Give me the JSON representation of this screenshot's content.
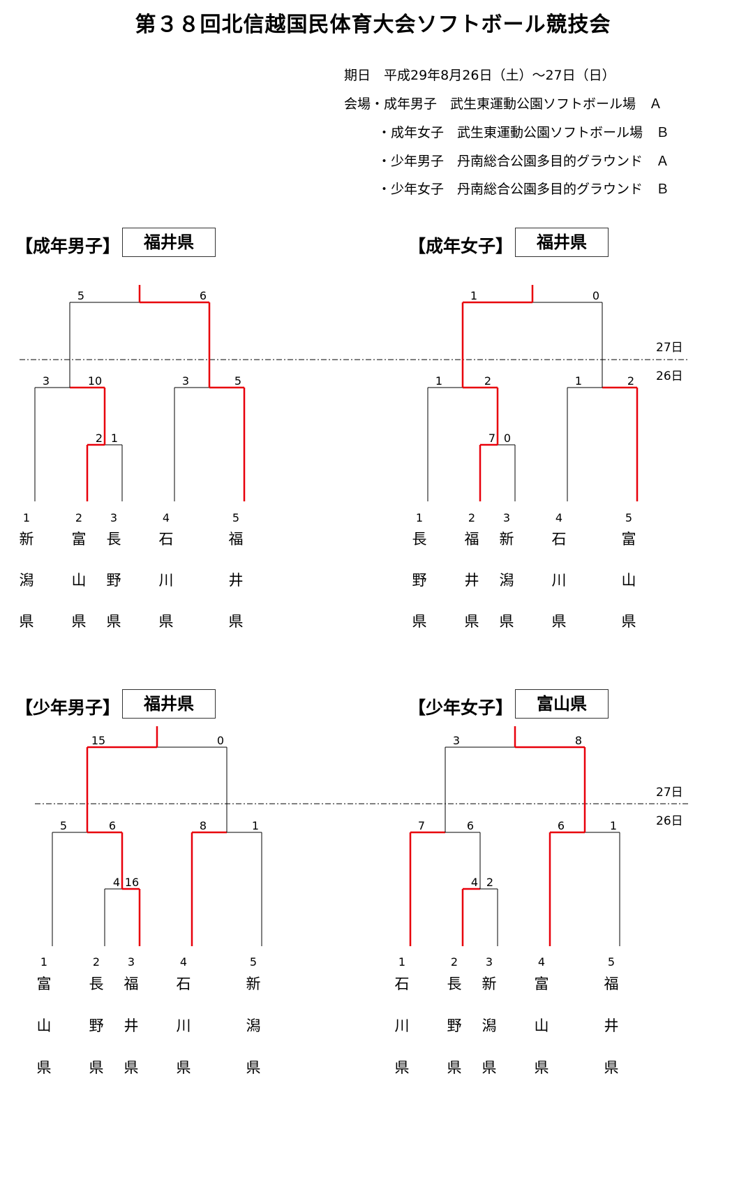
{
  "title": "第３８回北信越国民体育大会ソフトボール競技会",
  "info": {
    "date": "期日　平成29年8月26日（土）～27日（日）",
    "venues": [
      "会場・成年男子　武生東運動公園ソフトボール場　Ａ",
      "・成年女子　武生東運動公園ソフトボール場　Ｂ",
      "・少年男子　丹南総合公園多目的グラウンド　Ａ",
      "・少年女子　丹南総合公園多目的グラウンド　Ｂ"
    ]
  },
  "day_labels": {
    "day2": "27日",
    "day1": "26日"
  },
  "colors": {
    "win": "#e8000b",
    "line": "#000000"
  },
  "brackets": [
    {
      "key": "adult-men",
      "label": "【成年男子】",
      "winner": "福井県",
      "teams": [
        {
          "seed": "1",
          "chars": [
            "新",
            "潟",
            "県"
          ]
        },
        {
          "seed": "2",
          "chars": [
            "富",
            "山",
            "県"
          ]
        },
        {
          "seed": "3",
          "chars": [
            "長",
            "野",
            "県"
          ]
        },
        {
          "seed": "4",
          "chars": [
            "石",
            "川",
            "県"
          ]
        },
        {
          "seed": "5",
          "chars": [
            "福",
            "井",
            "県"
          ]
        }
      ],
      "scores": {
        "r1": [
          "2",
          "1"
        ],
        "sf1": [
          "3",
          "10"
        ],
        "sf2": [
          "3",
          "5"
        ],
        "final": [
          "5",
          "6"
        ]
      }
    },
    {
      "key": "adult-women",
      "label": "【成年女子】",
      "winner": "福井県",
      "teams": [
        {
          "seed": "1",
          "chars": [
            "長",
            "野",
            "県"
          ]
        },
        {
          "seed": "2",
          "chars": [
            "福",
            "井",
            "県"
          ]
        },
        {
          "seed": "3",
          "chars": [
            "新",
            "潟",
            "県"
          ]
        },
        {
          "seed": "4",
          "chars": [
            "石",
            "川",
            "県"
          ]
        },
        {
          "seed": "5",
          "chars": [
            "富",
            "山",
            "県"
          ]
        }
      ],
      "scores": {
        "r1": [
          "7",
          "0"
        ],
        "sf1": [
          "1",
          "2"
        ],
        "sf2": [
          "1",
          "2"
        ],
        "final": [
          "1",
          "0"
        ]
      }
    },
    {
      "key": "youth-boys",
      "label": "【少年男子】",
      "winner": "福井県",
      "teams": [
        {
          "seed": "1",
          "chars": [
            "富",
            "山",
            "県"
          ]
        },
        {
          "seed": "2",
          "chars": [
            "長",
            "野",
            "県"
          ]
        },
        {
          "seed": "3",
          "chars": [
            "福",
            "井",
            "県"
          ]
        },
        {
          "seed": "4",
          "chars": [
            "石",
            "川",
            "県"
          ]
        },
        {
          "seed": "5",
          "chars": [
            "新",
            "潟",
            "県"
          ]
        }
      ],
      "scores": {
        "r1": [
          "4",
          "16"
        ],
        "sf1": [
          "5",
          "6"
        ],
        "sf2": [
          "8",
          "1"
        ],
        "final": [
          "15",
          "0"
        ]
      }
    },
    {
      "key": "youth-girls",
      "label": "【少年女子】",
      "winner": "富山県",
      "teams": [
        {
          "seed": "1",
          "chars": [
            "石",
            "川",
            "県"
          ]
        },
        {
          "seed": "2",
          "chars": [
            "長",
            "野",
            "県"
          ]
        },
        {
          "seed": "3",
          "chars": [
            "新",
            "潟",
            "県"
          ]
        },
        {
          "seed": "4",
          "chars": [
            "富",
            "山",
            "県"
          ]
        },
        {
          "seed": "5",
          "chars": [
            "福",
            "井",
            "県"
          ]
        }
      ],
      "scores": {
        "r1": [
          "4",
          "2"
        ],
        "sf1": [
          "7",
          "6"
        ],
        "sf2": [
          "6",
          "1"
        ],
        "final": [
          "3",
          "8"
        ]
      }
    }
  ]
}
